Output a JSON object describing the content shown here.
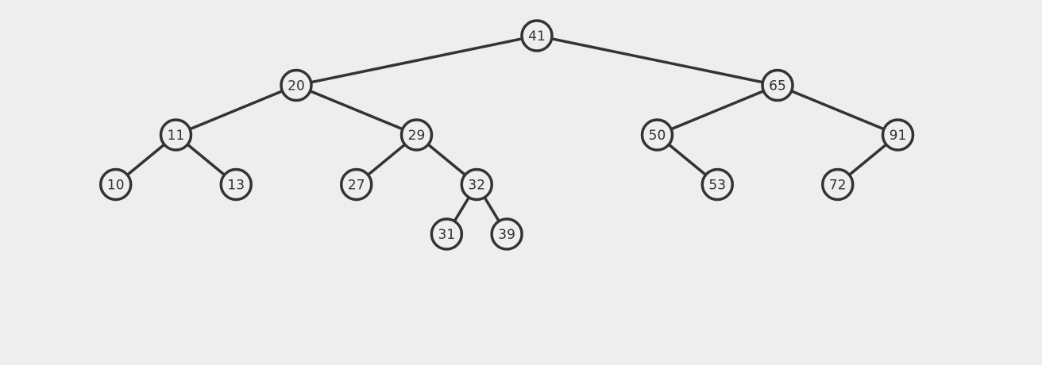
{
  "tree": {
    "root": {
      "value": "41",
      "left": {
        "value": "20",
        "left": {
          "value": "11",
          "left": {
            "value": "10"
          },
          "right": {
            "value": "13"
          }
        },
        "right": {
          "value": "29",
          "left": {
            "value": "27"
          },
          "right": {
            "value": "32",
            "left": {
              "value": "31"
            },
            "right": {
              "value": "39"
            }
          }
        }
      },
      "right": {
        "value": "65",
        "left": {
          "value": "50",
          "right": {
            "value": "53"
          }
        },
        "right": {
          "value": "91",
          "left": {
            "value": "72"
          }
        }
      }
    }
  },
  "colors": {
    "background": "#eeeeee",
    "stroke": "#333333",
    "text": "#333333"
  }
}
